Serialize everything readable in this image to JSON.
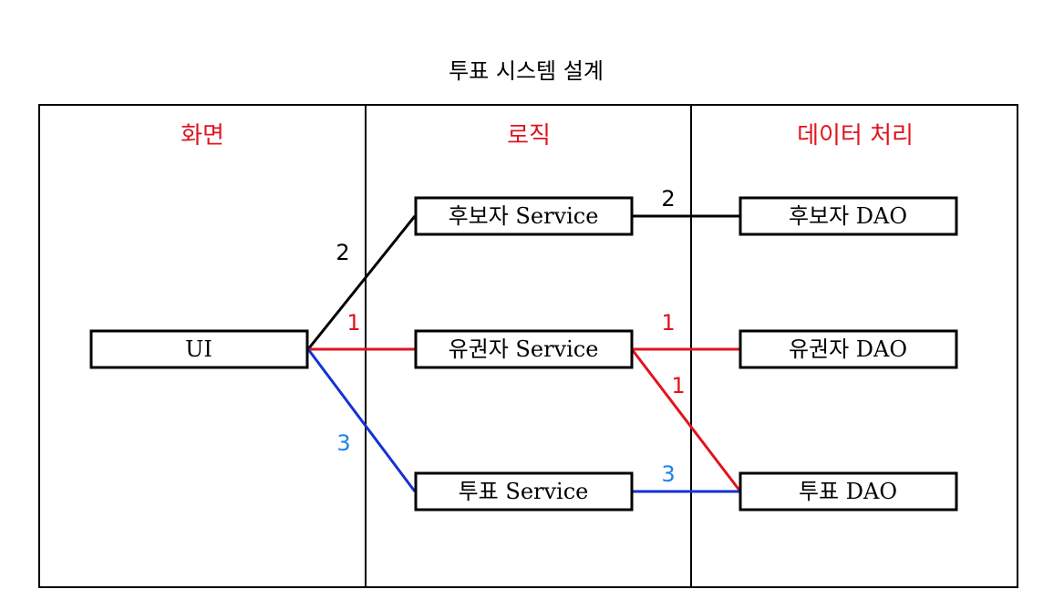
{
  "title": "투표 시스템 설계",
  "colors": {
    "header": "#e0141e",
    "black": "#000000",
    "red": "#e0141e",
    "blue": "#1432d2",
    "label_blue": "#1e82e6"
  },
  "columns": [
    {
      "id": "screen",
      "label": "화면"
    },
    {
      "id": "logic",
      "label": "로직"
    },
    {
      "id": "data",
      "label": "데이터 처리"
    }
  ],
  "nodes": [
    {
      "id": "ui",
      "label": "UI"
    },
    {
      "id": "candidate_service",
      "label": "후보자 Service"
    },
    {
      "id": "voter_service",
      "label": "유권자 Service"
    },
    {
      "id": "vote_service",
      "label": "투표 Service"
    },
    {
      "id": "candidate_dao",
      "label": "후보자 DAO"
    },
    {
      "id": "voter_dao",
      "label": "유권자 DAO"
    },
    {
      "id": "vote_dao",
      "label": "투표 DAO"
    }
  ],
  "edges": [
    {
      "from": "ui",
      "to": "candidate_service",
      "label": "2",
      "color": "black"
    },
    {
      "from": "candidate_service",
      "to": "candidate_dao",
      "label": "2",
      "color": "black"
    },
    {
      "from": "ui",
      "to": "voter_service",
      "label": "1",
      "color": "red"
    },
    {
      "from": "voter_service",
      "to": "voter_dao",
      "label": "1",
      "color": "red"
    },
    {
      "from": "voter_service",
      "to": "vote_dao",
      "label": "1",
      "color": "red"
    },
    {
      "from": "ui",
      "to": "vote_service",
      "label": "3",
      "color": "blue"
    },
    {
      "from": "vote_service",
      "to": "vote_dao",
      "label": "3",
      "color": "blue"
    }
  ]
}
